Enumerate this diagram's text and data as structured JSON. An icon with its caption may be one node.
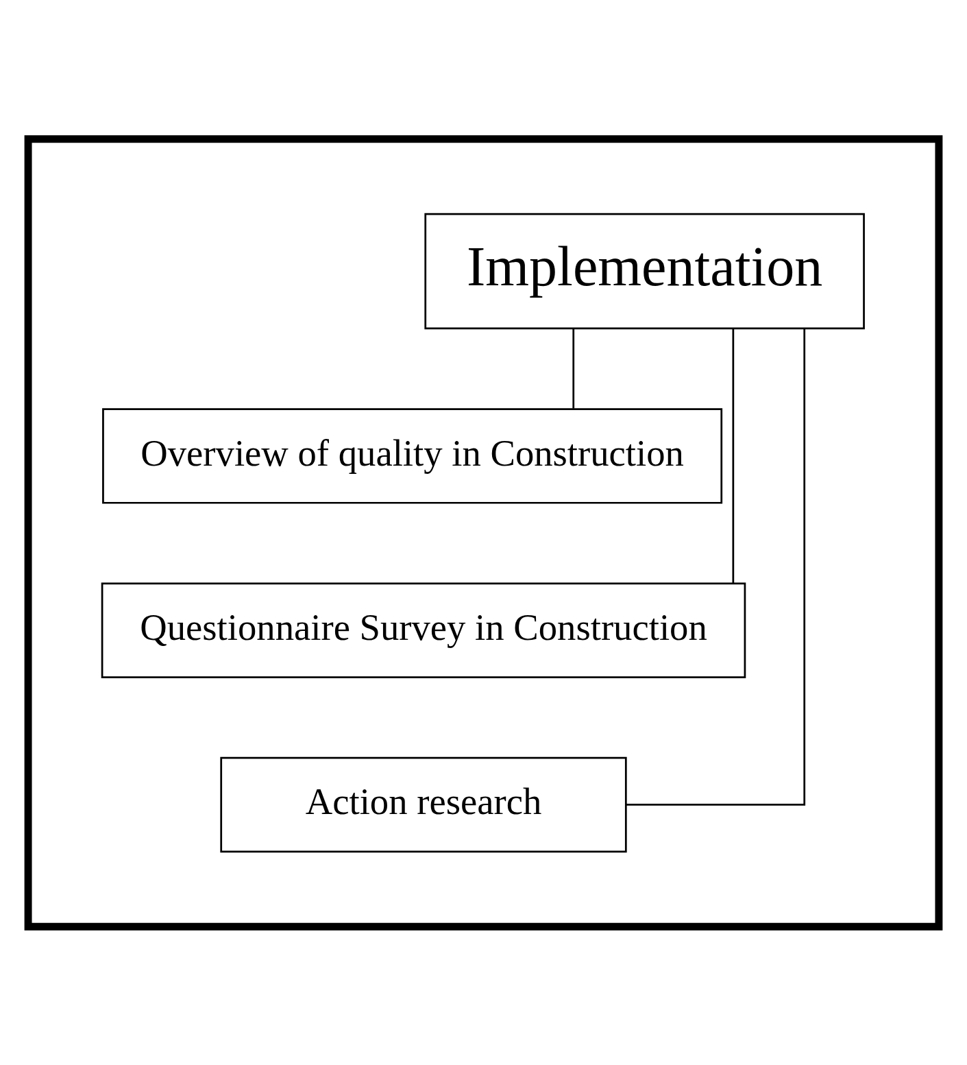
{
  "diagram": {
    "nodes": [
      {
        "text": [],
        "shape": "box"
      },
      {
        "text": [
          "Implementation"
        ],
        "in": 0
      },
      {
        "text": [
          "Overview of quality in Construction"
        ],
        "in": 0
      },
      {
        "text": [
          "Questionnaire Survey in Construction"
        ],
        "in": 0
      },
      {
        "text": [
          "Action research"
        ],
        "in": 0
      }
    ],
    "edges": [
      {
        "from": 1,
        "to": 2,
        "arrow": "none"
      },
      {
        "from": 1,
        "to": 3,
        "arrow": "none"
      },
      {
        "from": 1,
        "to": 4,
        "arrow": "none"
      }
    ]
  }
}
